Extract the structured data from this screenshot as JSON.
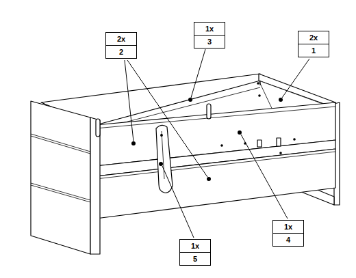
{
  "diagram": {
    "nodes": [
      {
        "text": [
          "2x",
          "2"
        ]
      },
      {
        "text": [
          "1x",
          "3"
        ]
      },
      {
        "text": [
          "2x",
          "1"
        ]
      },
      {
        "text": [
          "1x",
          "5"
        ]
      },
      {
        "text": [
          "1x",
          "4"
        ]
      }
    ],
    "edges": []
  }
}
